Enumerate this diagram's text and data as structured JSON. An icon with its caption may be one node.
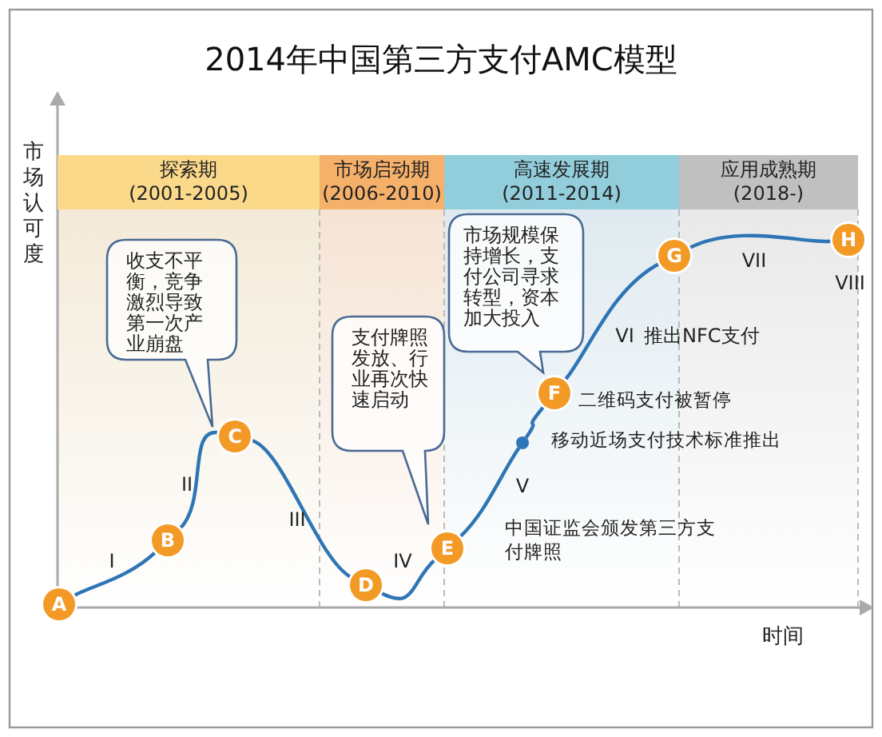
{
  "diagram": {
    "title": "2014年中国第三方支付AMC模型",
    "nodes": [
      {
        "text": [
          "探索期",
          "(2001-2005)"
        ]
      },
      {
        "text": [
          "市场启动期",
          "(2006-2010)"
        ]
      },
      {
        "text": [
          "高速发展期",
          "(2011-2014)"
        ]
      },
      {
        "text": [
          "应用成熟期",
          "(2018-)"
        ]
      },
      {
        "text": [
          "收支不平衡，竞争激烈导致第一次产业崩盘"
        ]
      },
      {
        "text": [
          "支付牌照发放、行业再次快速启动"
        ]
      },
      {
        "text": [
          "市场规模保持增长，支付公司寻求转型，资本加大投入"
        ]
      },
      {
        "text": [
          "A"
        ]
      },
      {
        "text": [
          "B"
        ]
      },
      {
        "text": [
          "C"
        ]
      },
      {
        "text": [
          "D"
        ]
      },
      {
        "text": [
          "E"
        ],
        "beside": [
          "中国证监会颁发第三方支付牌照"
        ]
      },
      {
        "text": [],
        "shape": "circle",
        "beside": [
          "移动近场支付技术标准推出"
        ]
      },
      {
        "text": [
          "F"
        ],
        "beside": [
          "二维码支付被暂停"
        ]
      },
      {
        "text": [
          "G"
        ]
      },
      {
        "text": [
          "H"
        ]
      }
    ],
    "edges": [
      {
        "from": 7,
        "to": 8,
        "arrow": "none"
      },
      {
        "from": 8,
        "to": 9,
        "arrow": "none"
      },
      {
        "from": 9,
        "to": 10,
        "arrow": "none"
      },
      {
        "from": 10,
        "to": 11,
        "arrow": "none"
      },
      {
        "from": 11,
        "to": 12,
        "arrow": "none"
      },
      {
        "from": 12,
        "to": 13,
        "arrow": "none"
      },
      {
        "from": 13,
        "to": 14,
        "arrow": "none"
      },
      {
        "from": 14,
        "to": 15,
        "arrow": "none"
      }
    ],
    "labels": [
      "市场认可度",
      "I",
      "II",
      "III",
      "IV",
      "V",
      "VI",
      "推出NFC支付",
      "VII",
      "VIII",
      "时间"
    ]
  }
}
